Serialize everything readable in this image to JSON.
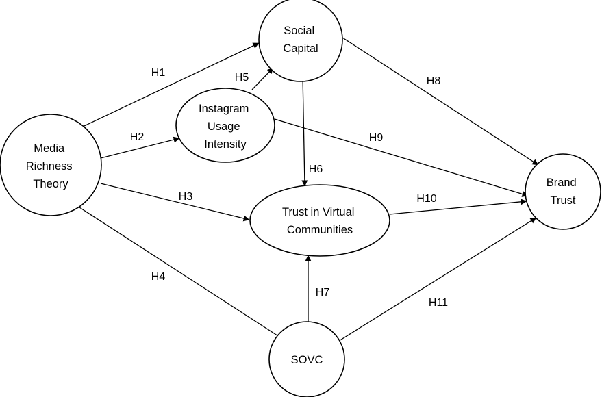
{
  "nodes": {
    "mrt": {
      "lines": [
        "Media",
        "Richness",
        "Theory"
      ]
    },
    "sc": {
      "lines": [
        "Social",
        "Capital"
      ]
    },
    "iui": {
      "lines": [
        "Instagram",
        "Usage",
        "Intensity"
      ]
    },
    "tvc": {
      "lines": [
        "Trust in Virtual",
        "Communities"
      ]
    },
    "sovc": {
      "lines": [
        "SOVC"
      ]
    },
    "bt": {
      "lines": [
        "Brand",
        "Trust"
      ]
    }
  },
  "edges": {
    "h1": "H1",
    "h2": "H2",
    "h3": "H3",
    "h4": "H4",
    "h5": "H5",
    "h6": "H6",
    "h7": "H7",
    "h8": "H8",
    "h9": "H9",
    "h10": "H10",
    "h11": "H11"
  }
}
